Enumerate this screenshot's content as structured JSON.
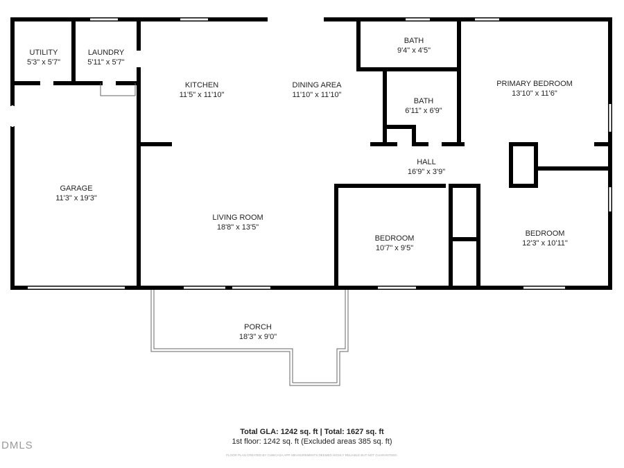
{
  "rooms": [
    {
      "name": "UTILITY",
      "dims": "5'3\" x 5'7\""
    },
    {
      "name": "LAUNDRY",
      "dims": "5'11\" x 5'7\""
    },
    {
      "name": "KITCHEN",
      "dims": "11'5\" x 11'10\""
    },
    {
      "name": "DINING AREA",
      "dims": "11'10\" x 11'10\""
    },
    {
      "name": "BATH",
      "dims": "9'4\" x 4'5\""
    },
    {
      "name": "BATH",
      "dims": "6'11\" x 6'9\""
    },
    {
      "name": "PRIMARY BEDROOM",
      "dims": "13'10\" x 11'6\""
    },
    {
      "name": "GARAGE",
      "dims": "11'3\" x 19'3\""
    },
    {
      "name": "HALL",
      "dims": "16'9\" x 3'9\""
    },
    {
      "name": "LIVING ROOM",
      "dims": "18'8\" x 13'5\""
    },
    {
      "name": "BEDROOM",
      "dims": "10'7\" x 9'5\""
    },
    {
      "name": "BEDROOM",
      "dims": "12'3\" x 10'11\""
    },
    {
      "name": "PORCH",
      "dims": "18'3\" x 9'0\""
    }
  ],
  "footer": {
    "totals": "Total GLA: 1242 sq. ft | Total: 1627 sq. ft",
    "floor": "1st floor: 1242 sq. ft (Excluded areas 385 sq. ft)",
    "disclaimer": "FLOOR PLAN CREATED BY CUBICASA APP. MEASUREMENTS DEEMED HIGHLY RELIABLE BUT NOT GUARANTEED."
  },
  "watermark": "DMLS"
}
